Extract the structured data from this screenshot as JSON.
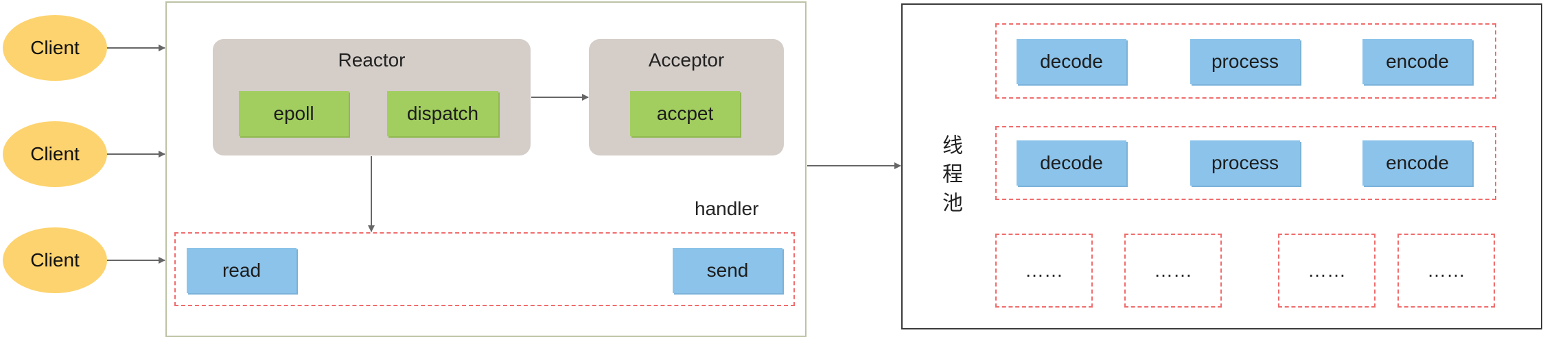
{
  "clients": [
    "Client",
    "Client",
    "Client"
  ],
  "reactor": {
    "title": "Reactor",
    "epoll": "epoll",
    "dispatch": "dispatch"
  },
  "acceptor": {
    "title": "Acceptor",
    "accept": "accpet"
  },
  "handler": {
    "label": "handler",
    "read": "read",
    "send": "send"
  },
  "thread_pool": {
    "label": "线程池",
    "rows": [
      {
        "decode": "decode",
        "process": "process",
        "encode": "encode"
      },
      {
        "decode": "decode",
        "process": "process",
        "encode": "encode"
      }
    ],
    "placeholders": [
      "……",
      "……",
      "……",
      "……"
    ]
  },
  "colors": {
    "client": "#fdd36f",
    "reactor_box": "#d4cdc8",
    "green_task": "#a2cd5f",
    "blue_task": "#8cc3ea",
    "dashed_border": "#f06c6c",
    "arrow": "#666666"
  }
}
